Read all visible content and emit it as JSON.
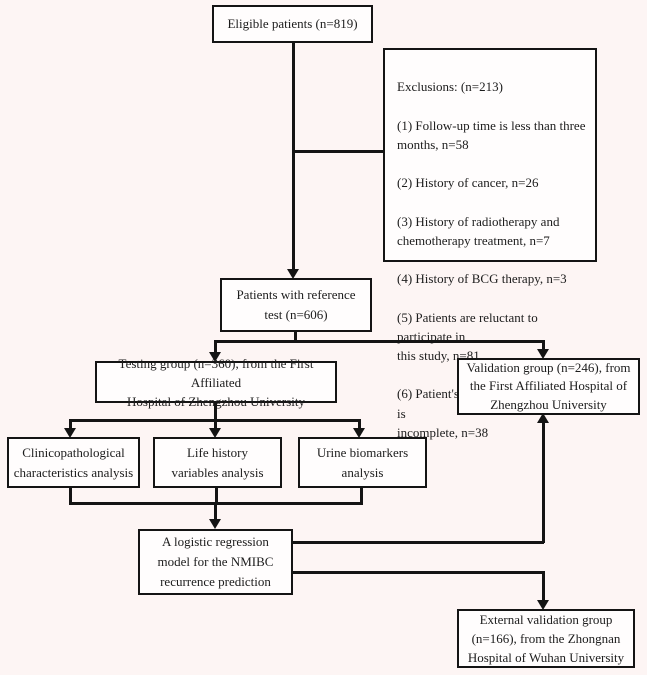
{
  "figure": {
    "background_color": "#fdf5f4",
    "box_fill_color": "#fffdfd",
    "line_color": "#141414"
  },
  "nodes": {
    "eligible": "Eligible patients (n=819)",
    "reference": "Patients with reference\ntest (n=606)",
    "testing": "Testing group (n=360), from the First Affiliated\nHospital of Zhengzhou University",
    "validation": "Validation group (n=246), from\nthe First Affiliated Hospital of\nZhengzhou University",
    "clinico": "Clinicopathological\ncharacteristics analysis",
    "life": "Life history\nvariables analysis",
    "urine": "Urine biomarkers\nanalysis",
    "logistic": "A logistic regression\nmodel for the NMIBC\nrecurrence prediction",
    "external": "External validation group\n(n=166), from the Zhongnan\nHospital of Wuhan University"
  },
  "exclusions": {
    "title": "Exclusions: (n=213)",
    "items": [
      "(1) Follow-up time is less than three\nmonths, n=58",
      "(2) History of cancer, n=26",
      "(3) History of radiotherapy and\nchemotherapy treatment, n=7",
      "(4) History of BCG therapy, n=3",
      "(5) Patients are reluctant to participate in\nthis study, n=81",
      "(6) Patient's clinical pathology data is\nincomplete, n=38"
    ]
  }
}
